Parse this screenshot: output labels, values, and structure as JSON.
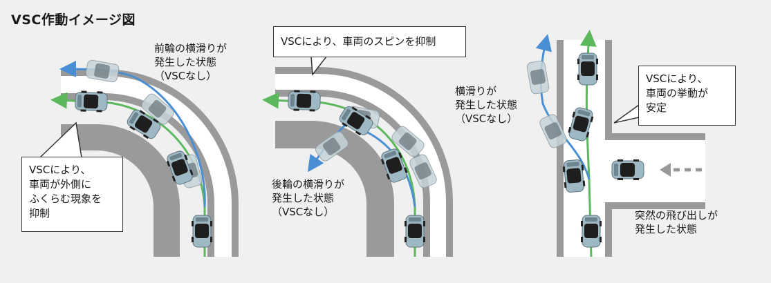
{
  "title": "VSC作動イメージ図",
  "panel1": {
    "skid_label": "前輪の横滑りが\n発生した状態\n（VSCなし）",
    "callout": "VSCにより、\n車両が外側に\nふくらむ現象を\n抑制"
  },
  "panel2": {
    "callout": "VSCにより、車両のスピンを抑制",
    "skid_label": "後輪の横滑りが\n発生した状態\n（VSCなし）"
  },
  "panel3": {
    "skid_label": "横滑りが\n発生した状態\n（VSCなし）",
    "callout": "VSCにより、\n車両の挙動が\n安定",
    "event_label": "突然の飛び出しが\n発生した状態"
  },
  "colors": {
    "background": "#f0f0f0",
    "road": "#ffffff",
    "curb": "#9a9a9a",
    "green_path": "#5cb85c",
    "blue_path": "#4a8fd4",
    "car_body": "#9fb9c4",
    "car_glass": "#1e1e1e",
    "ghost_car": "#c6d4d9",
    "dashed_arrow": "#999999"
  }
}
